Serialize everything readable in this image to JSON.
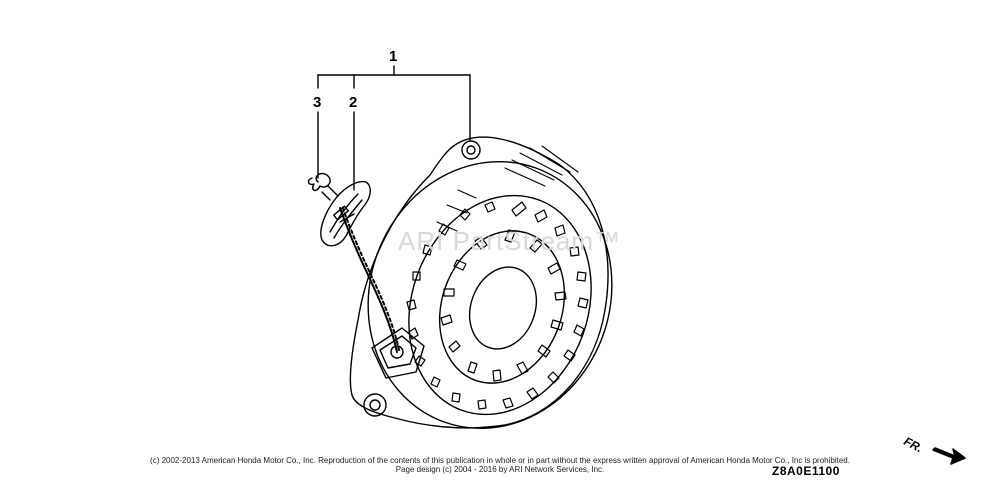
{
  "callouts": [
    {
      "id": "1",
      "label": "1"
    },
    {
      "id": "2",
      "label": "2"
    },
    {
      "id": "3",
      "label": "3"
    }
  ],
  "watermark": "ARI PartStream™",
  "copyright_line1": "(c) 2002-2013 American Honda Motor Co., Inc. Reproduction of the contents of this publication in whole or in part without the express written approval of American Honda Motor Co., Inc is prohibited.",
  "copyright_line2": "Page design (c) 2004 - 2016 by ARI Network Services, Inc.",
  "diagram_code": "Z8A0E1100",
  "direction_label": "FR.",
  "icons": {
    "direction_arrow": "arrow-right-down-icon"
  }
}
